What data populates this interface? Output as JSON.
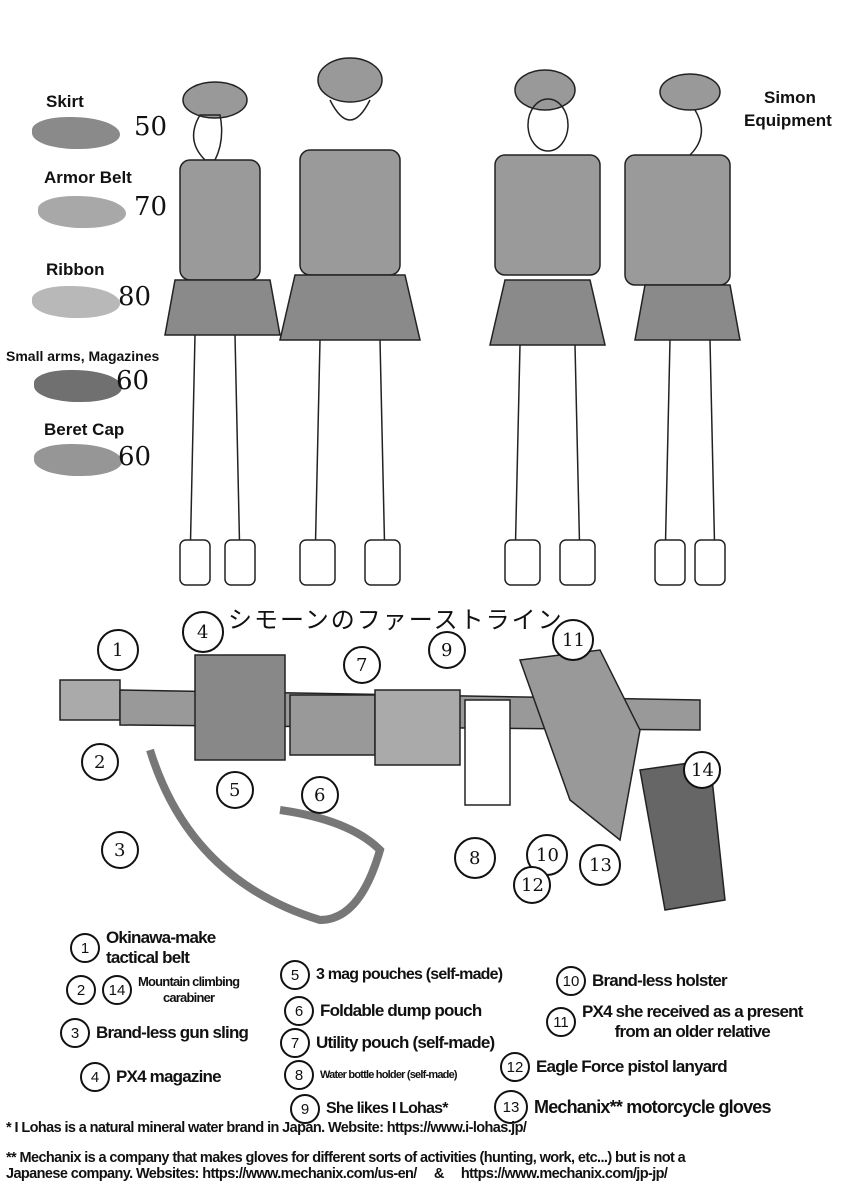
{
  "color_legend": [
    {
      "label": "Skirt",
      "value": "50",
      "color": "#8a8a8a"
    },
    {
      "label": "Armor Belt",
      "value": "70",
      "color": "#a8a8a8"
    },
    {
      "label": "Ribbon",
      "value": "80",
      "color": "#b8b8b8"
    },
    {
      "label": "Small arms, Magazines",
      "value": "60",
      "color": "#707070"
    },
    {
      "label": "Beret Cap",
      "value": "60",
      "color": "#969696"
    }
  ],
  "sheet_title": {
    "line1": "Simon",
    "line2": "Equipment"
  },
  "belt_title": "シモーンのファーストライン",
  "items": [
    {
      "num": "1",
      "text": "Okinawa-make tactical belt",
      "line1": "Okinawa-make",
      "line2": "tactical belt"
    },
    {
      "num": "2",
      "num_b": "14",
      "line1": "Mountain climbing",
      "line2": "carabiner"
    },
    {
      "num": "3",
      "text": "Brand-less gun sling"
    },
    {
      "num": "4",
      "text": "PX4 magazine"
    },
    {
      "num": "5",
      "text": "3 mag pouches (self-made)"
    },
    {
      "num": "6",
      "text": "Foldable dump pouch"
    },
    {
      "num": "7",
      "text": "Utility pouch (self-made)"
    },
    {
      "num": "8",
      "text": "Water bottle holder (self-made)"
    },
    {
      "num": "9",
      "text": "She likes I Lohas*"
    },
    {
      "num": "10",
      "text": "Brand-less holster"
    },
    {
      "num": "11",
      "line1": "PX4 she received as a present",
      "line2": "from an older relative"
    },
    {
      "num": "12",
      "text": "Eagle Force pistol lanyard"
    },
    {
      "num": "13",
      "text": "Mechanix** motorcycle gloves"
    }
  ],
  "footnotes": {
    "note1": "* I Lohas is a natural mineral water brand in Japan. Website: https://www.i-lohas.jp/",
    "note2_line1": "** Mechanix is a company that makes gloves for different sorts of activities (hunting, work, etc...) but is not a",
    "note2_line2": "Japanese company. Websites: https://www.mechanix.com/us-en/     &     https://www.mechanix.com/jp-jp/"
  }
}
